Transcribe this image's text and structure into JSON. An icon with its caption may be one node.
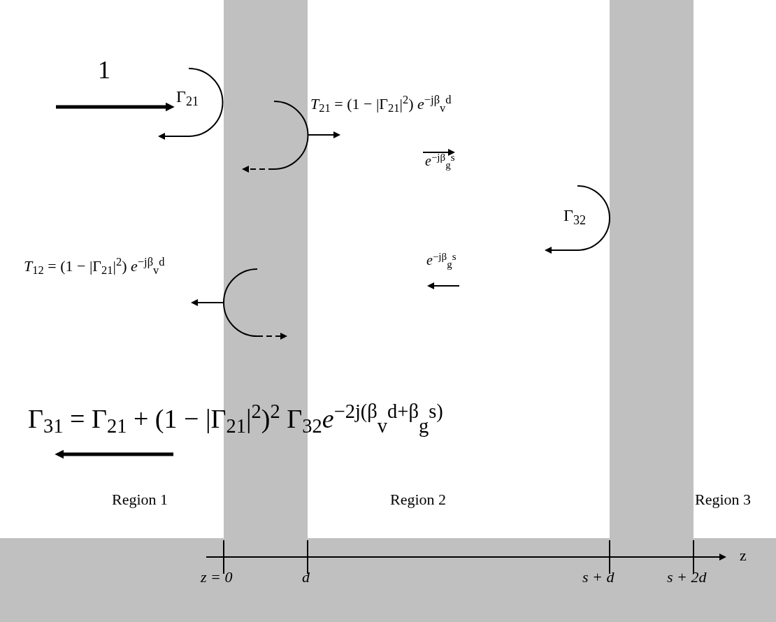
{
  "diagram": {
    "nodes": [
      {
        "text": [],
        "shape": "bar"
      },
      {
        "text": [],
        "shape": "bar"
      }
    ],
    "labels": [
      "1",
      "Γ$_{21}$",
      "*T*$_{21}$ = (1 − |Γ$_{21}$|$^{2}$) *e*$^{−jβ}$$_{v}$$^{d}$",
      "*e*$^{−jβ}$$_{g}$$^{s}$",
      "Γ$_{32}$",
      "*T*$_{12}$ = (1 − |Γ$_{21}$|$^{2}$) *e*$^{−jβ}$$_{v}$$^{d}$",
      "*e*$^{−jβ}$$_{g}$$^{s}$",
      "Γ$_{31}$ = Γ$_{21}$ + (1 − |Γ$_{21}$|$^{2}$)$^{2}$ Γ$_{32}$*e*$^{−2j(β}$$_{v}$$^{d+β}$$_{g}$$^{s)}$",
      "Region 1",
      "Region 2",
      "Region 3",
      "z",
      "z = 0",
      "d",
      "s + d",
      "s + 2d"
    ]
  }
}
